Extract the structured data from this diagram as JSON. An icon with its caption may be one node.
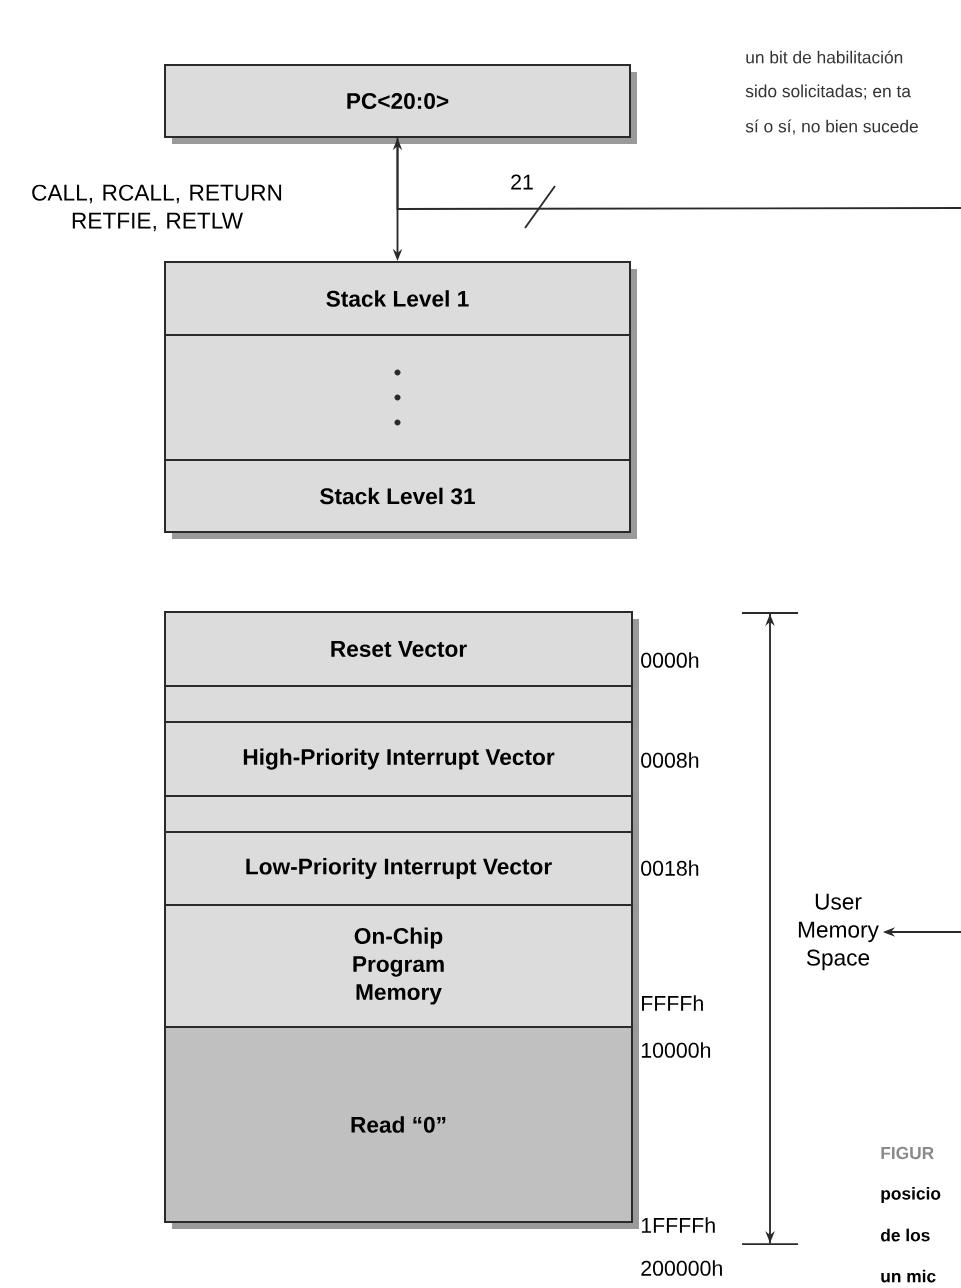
{
  "diagram": {
    "nodes": [
      {
        "text": [
          "PC<20:0>"
        ]
      },
      {
        "text": [
          "Stack Level 1"
        ]
      },
      {
        "text": [],
        "shape": "box"
      },
      {
        "text": [
          "Stack Level 31"
        ]
      },
      {
        "text": [
          "Reset Vector"
        ]
      },
      {
        "text": [],
        "shape": "box"
      },
      {
        "text": [
          "High-Priority Interrupt Vector"
        ]
      },
      {
        "text": [],
        "shape": "box"
      },
      {
        "text": [
          "Low-Priority Interrupt Vector"
        ]
      },
      {
        "text": [
          "On-Chip Program Memory"
        ]
      },
      {
        "text": [
          "Read “0”"
        ]
      },
      {
        "text": [
          "User Memory Space"
        ]
      }
    ],
    "edges": [
      {
        "from": 0,
        "to": 1,
        "arrow": "both"
      },
      {
        "from": 0,
        "to": null,
        "arrow": "none",
        "label": "21"
      },
      {
        "from": null,
        "to": 11,
        "arrow": "to"
      }
    ],
    "labels": [
      "un bit de habilitación",
      "sido solicitadas; en ta",
      "sí o sí, no bien sucede",
      "CALL, RCALL, RETURN RETFIE, RETLW",
      "0000h",
      "0008h",
      "0018h",
      "FFFFh",
      "10000h",
      "FIGUR",
      "posicio",
      "1FFFFh",
      "de los",
      "200000h",
      "**un** mic"
    ]
  }
}
